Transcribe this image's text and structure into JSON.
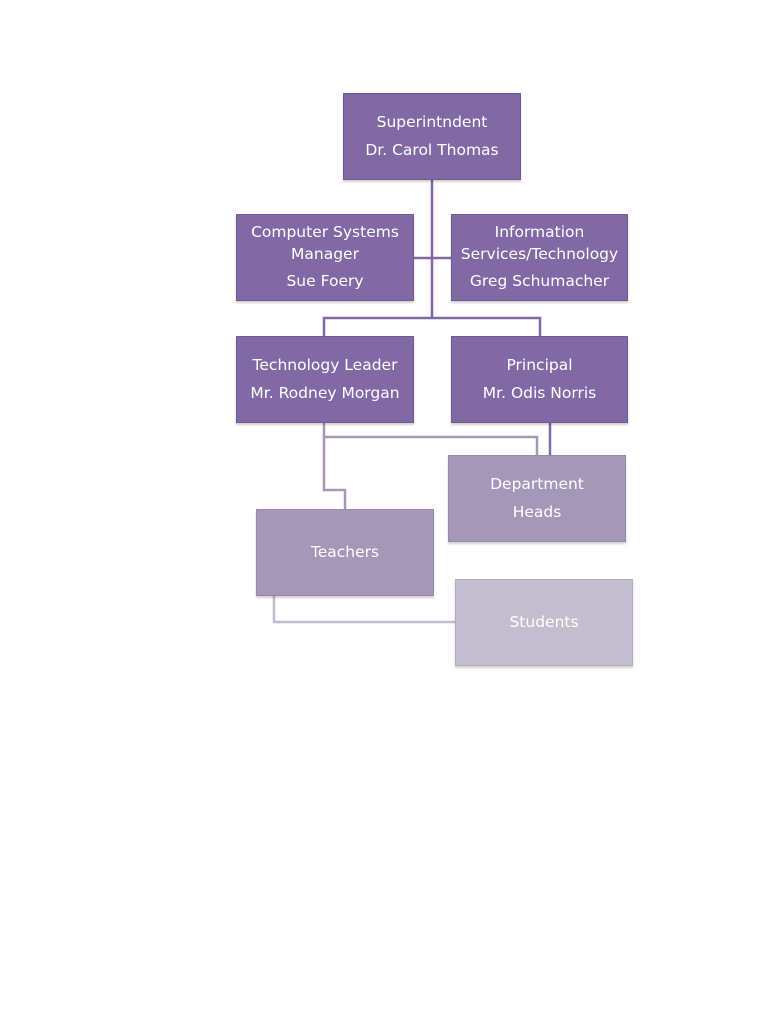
{
  "org_chart": {
    "superintendent": {
      "title": "Superintndent",
      "name": "Dr. Carol Thomas"
    },
    "computer_systems_manager": {
      "title_line1": "Computer Systems",
      "title_line2": "Manager",
      "name": "Sue Foery"
    },
    "information_services": {
      "title_line1": "Information",
      "title_line2": "Services/Technology",
      "name": "Greg Schumacher"
    },
    "technology_leader": {
      "title": "Technology Leader",
      "name": "Mr. Rodney Morgan"
    },
    "principal": {
      "title": "Principal",
      "name": "Mr. Odis Norris"
    },
    "department_heads": {
      "title_line1": "Department",
      "title_line2": "Heads"
    },
    "teachers": {
      "title": "Teachers"
    },
    "students": {
      "title": "Students"
    }
  },
  "colors": {
    "level1_fill": "#8069a5",
    "level2_fill": "#a497b8",
    "level3_fill": "#c4bccf",
    "connector_dark": "#8069a5",
    "connector_mid": "#a497b8",
    "connector_light": "#c4bccf"
  }
}
